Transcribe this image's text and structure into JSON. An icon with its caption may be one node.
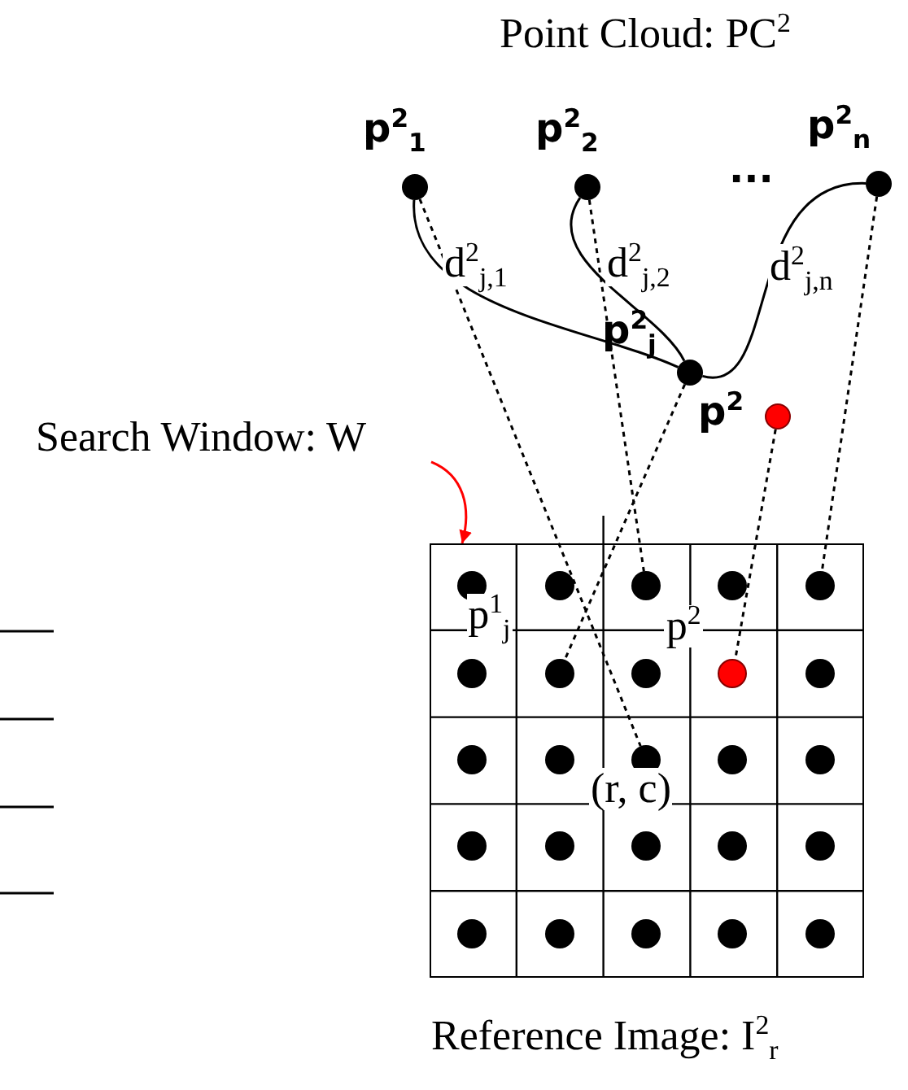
{
  "diagram": {
    "title": "Point Cloud: PC$^{2}$",
    "nodes": [
      {
        "text": [
          "p$^{2}$$_{1}$"
        ]
      },
      {
        "text": [
          "p$^{2}$$_{2}$"
        ]
      },
      {
        "text": [
          "p$^{2}$$_{n}$"
        ]
      },
      {
        "text": [
          "p$^{2}$$_{j}$"
        ]
      },
      {
        "text": [
          "Search Window: W"
        ]
      },
      {
        "text": [
          "p$^{2}$"
        ]
      },
      {
        "text": [
          "Reference Image: I$^{2}$$_{r}$"
        ]
      },
      {
        "text": [],
        "shape": "circle",
        "in": 6
      },
      {
        "text": [],
        "shape": "circle",
        "in": 6
      },
      {
        "text": [],
        "shape": "circle",
        "in": 6
      },
      {
        "text": [],
        "shape": "circle",
        "in": 6
      },
      {
        "text": [],
        "shape": "circle",
        "in": 6
      },
      {
        "text": [],
        "shape": "circle",
        "in": 6
      },
      {
        "text": [
          "p$^{1}$$_{j}$"
        ],
        "in": 6
      },
      {
        "text": [],
        "shape": "circle",
        "in": 6
      },
      {
        "text": [
          "p$^{2}$"
        ],
        "in": 6
      },
      {
        "text": [],
        "shape": "circle",
        "in": 6
      },
      {
        "text": [],
        "shape": "circle",
        "in": 6
      },
      {
        "text": [],
        "shape": "circle",
        "in": 6
      },
      {
        "text": [
          "(r, c)"
        ],
        "in": 6
      },
      {
        "text": [],
        "shape": "circle",
        "in": 6
      },
      {
        "text": [],
        "shape": "circle",
        "in": 6
      },
      {
        "text": [],
        "shape": "circle",
        "in": 6
      },
      {
        "text": [],
        "shape": "circle",
        "in": 6
      },
      {
        "text": [],
        "shape": "circle",
        "in": 6
      },
      {
        "text": [],
        "shape": "circle",
        "in": 6
      },
      {
        "text": [],
        "shape": "circle",
        "in": 6
      },
      {
        "text": [],
        "shape": "circle",
        "in": 6
      },
      {
        "text": [],
        "shape": "circle",
        "in": 6
      },
      {
        "text": [],
        "shape": "circle",
        "in": 6
      },
      {
        "text": [],
        "shape": "circle",
        "in": 6
      },
      {
        "text": [],
        "shape": "circle",
        "in": 6
      }
    ],
    "edges": [
      {
        "from": 0,
        "to": 3,
        "arrow": "none",
        "label": "d$^{2}$$_{j,1}$"
      },
      {
        "from": 1,
        "to": 3,
        "arrow": "none",
        "label": "d$^{2}$$_{j,2}$"
      },
      {
        "from": 2,
        "to": 3,
        "arrow": "none",
        "label": "d$^{2}$$_{j,n}$"
      },
      {
        "from": 0,
        "to": 19,
        "arrow": "none",
        "style": "dashed"
      },
      {
        "from": 1,
        "to": 9,
        "arrow": "none",
        "style": "dashed"
      },
      {
        "from": 3,
        "to": 13,
        "arrow": "none",
        "style": "dashed"
      },
      {
        "from": 2,
        "to": 11,
        "arrow": "none",
        "style": "dashed"
      },
      {
        "from": 5,
        "to": 15,
        "arrow": "none",
        "style": "dashed"
      },
      {
        "from": 4,
        "to": 6,
        "arrow": "to",
        "color": "#ff0000"
      }
    ],
    "labels": [
      "..."
    ]
  }
}
